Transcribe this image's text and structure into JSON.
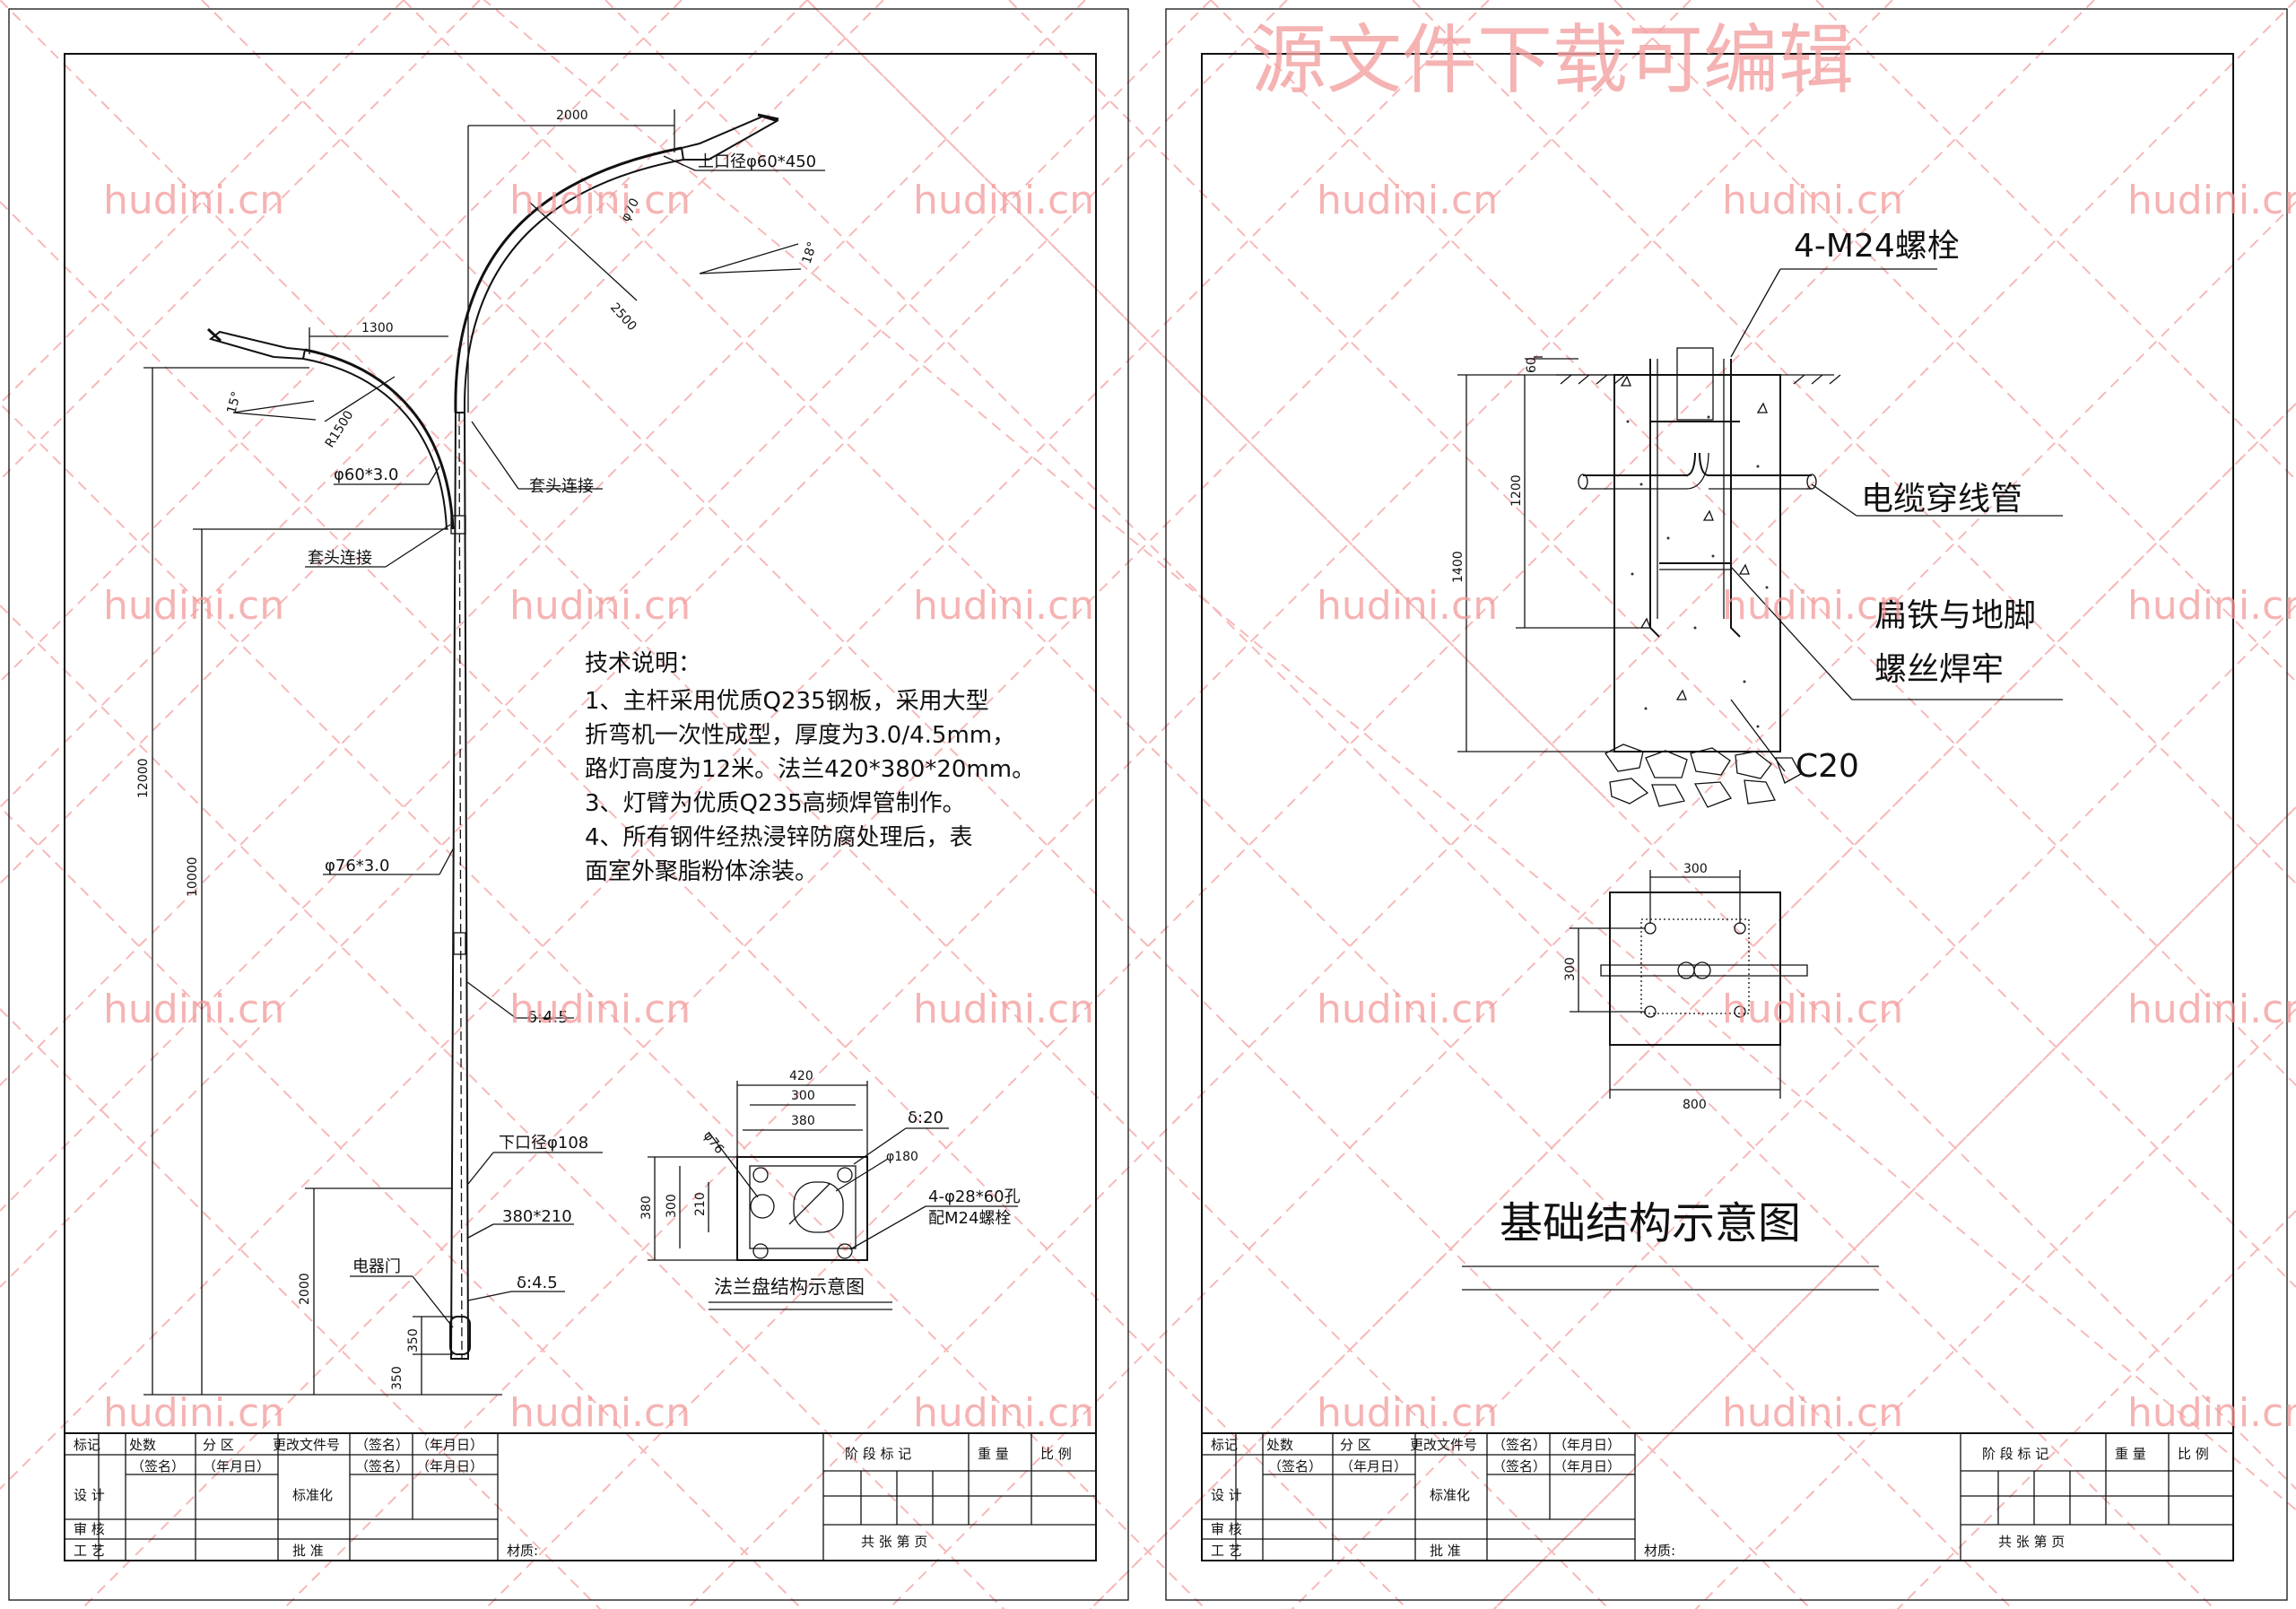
{
  "watermark": {
    "site": "hudini.cn",
    "title": "源文件下载可编辑",
    "color": "#f39a9a"
  },
  "left_sheet": {
    "dimensions": {
      "arm_long": "2000",
      "arm_short": "1300",
      "top_diameter": "上口径φ60*450",
      "phi70": "φ70",
      "angle18": "18°",
      "len2500": "2500",
      "angle15": "15°",
      "r1500": "R1500",
      "phi60": "φ60*3.0",
      "joint_a": "套头连接",
      "joint_b": "套头连接",
      "phi76": "φ76*3.0",
      "h12000": "12000",
      "h10000": "10000",
      "delta45a": "δ:4.5",
      "bottom_diameter": "下口径φ108",
      "size380x210": "380*210",
      "door": "电器门",
      "delta45b": "δ:4.5",
      "h2000": "2000",
      "h350a": "350",
      "h350b": "350"
    },
    "notes": {
      "title": "技术说明：",
      "lines": [
        "1、主杆采用优质Q235钢板，采用大型",
        "折弯机一次性成型，厚度为3.0/4.5mm，",
        "路灯高度为12米。法兰420*380*20mm。",
        "3、灯臂为优质Q235高频焊管制作。",
        "4、所有钢件经热浸锌防腐处理后，表",
        "面室外聚脂粉体涂装。"
      ]
    },
    "flange": {
      "w420": "420",
      "w300": "300",
      "w380": "380",
      "phi76": "φ76",
      "delta20": "δ:20",
      "phi180": "φ180",
      "h380": "380",
      "h300": "300",
      "h210": "210",
      "holes": "4-φ28*60孔",
      "bolts": "配M24螺栓",
      "caption": "法兰盘结构示意图"
    }
  },
  "right_sheet": {
    "labels": {
      "bolts": "4-M24螺栓",
      "d60": "60",
      "cable": "电缆穿线管",
      "weld1": "扁铁与地脚",
      "weld2": "螺丝焊牢",
      "concrete": "C20",
      "h1400": "1400",
      "h1200": "1200"
    },
    "plan": {
      "top300": "300",
      "side300": "300",
      "bottom800": "800"
    },
    "title": "基础结构示意图"
  },
  "title_block": {
    "row1": [
      "标记",
      "处数",
      "分 区",
      "更改文件号",
      "（签名）",
      "（年月日）"
    ],
    "row2": [
      "设 计",
      "（签名）",
      "（年月日）",
      "标准化",
      "（签名）",
      "（年月日）"
    ],
    "row3": [
      "审 核"
    ],
    "row4": [
      "工 艺",
      "批 准"
    ],
    "material": "材质:",
    "stage": "阶 段 标 记",
    "weight": "重 量",
    "scale": "比 例",
    "page": "共      张      第      页"
  }
}
